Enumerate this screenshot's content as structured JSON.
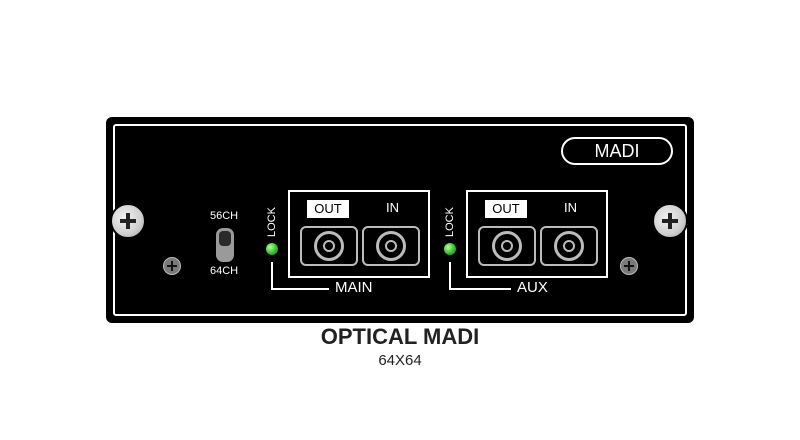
{
  "card": {
    "badge": "MADI",
    "switch_top": "56CH",
    "switch_bottom": "64CH",
    "main": {
      "lock": "LOCK",
      "out": "OUT",
      "in": "IN",
      "label": "MAIN"
    },
    "aux": {
      "lock": "LOCK",
      "out": "OUT",
      "in": "IN",
      "label": "AUX"
    }
  },
  "caption": {
    "title": "OPTICAL MADI",
    "subtitle": "64X64"
  },
  "colors": {
    "panel": "#000000",
    "led": "#2fc22a",
    "text": "#222222"
  }
}
